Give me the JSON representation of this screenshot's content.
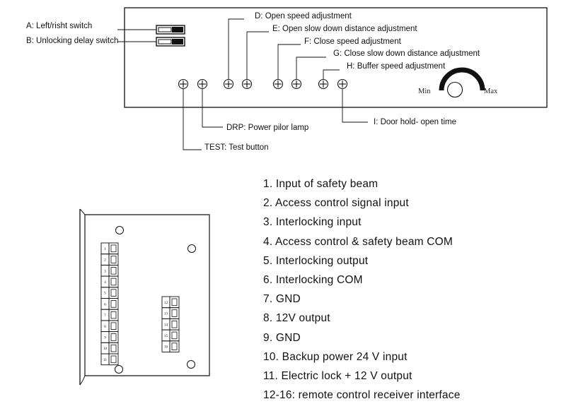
{
  "control_panel": {
    "switches": [
      {
        "id": "A",
        "label": "A: Left/risht switch"
      },
      {
        "id": "B",
        "label": "B: Unlocking delay switch"
      }
    ],
    "adjustments": [
      {
        "id": "D",
        "label": "D: Open speed adjustment"
      },
      {
        "id": "E",
        "label": "E: Open slow down distance adjustment"
      },
      {
        "id": "F",
        "label": "F: Close speed adjustment"
      },
      {
        "id": "G",
        "label": "G: Close slow down distance adjustment"
      },
      {
        "id": "H",
        "label": "H: Buffer speed adjustment"
      }
    ],
    "bottom_labels": {
      "drp": "DRP: Power pilor lamp",
      "test": "TEST: Test button",
      "door_hold": "I: Door hold- open time"
    },
    "dial": {
      "min_label": "Min",
      "max_label": "Max"
    }
  },
  "terminal_board": {
    "left_terminals": [
      "1",
      "2",
      "3",
      "4",
      "5",
      "6",
      "7",
      "8",
      "9",
      "10",
      "11"
    ],
    "right_terminals": [
      "12",
      "13",
      "14",
      "15",
      "16"
    ]
  },
  "terminal_legend": [
    "1. Input of safety beam",
    "2. Access control signal input",
    "3. Interlocking input",
    "4. Access control & safety beam COM",
    "5. Interlocking output",
    "6. Interlocking COM",
    "7. GND",
    "8. 12V output",
    "9. GND",
    "10. Backup power  24 V input",
    "11. Electric lock + 12 V output",
    "12-16: remote control receiver interface"
  ],
  "colors": {
    "line": "#111111",
    "background": "#ffffff"
  }
}
